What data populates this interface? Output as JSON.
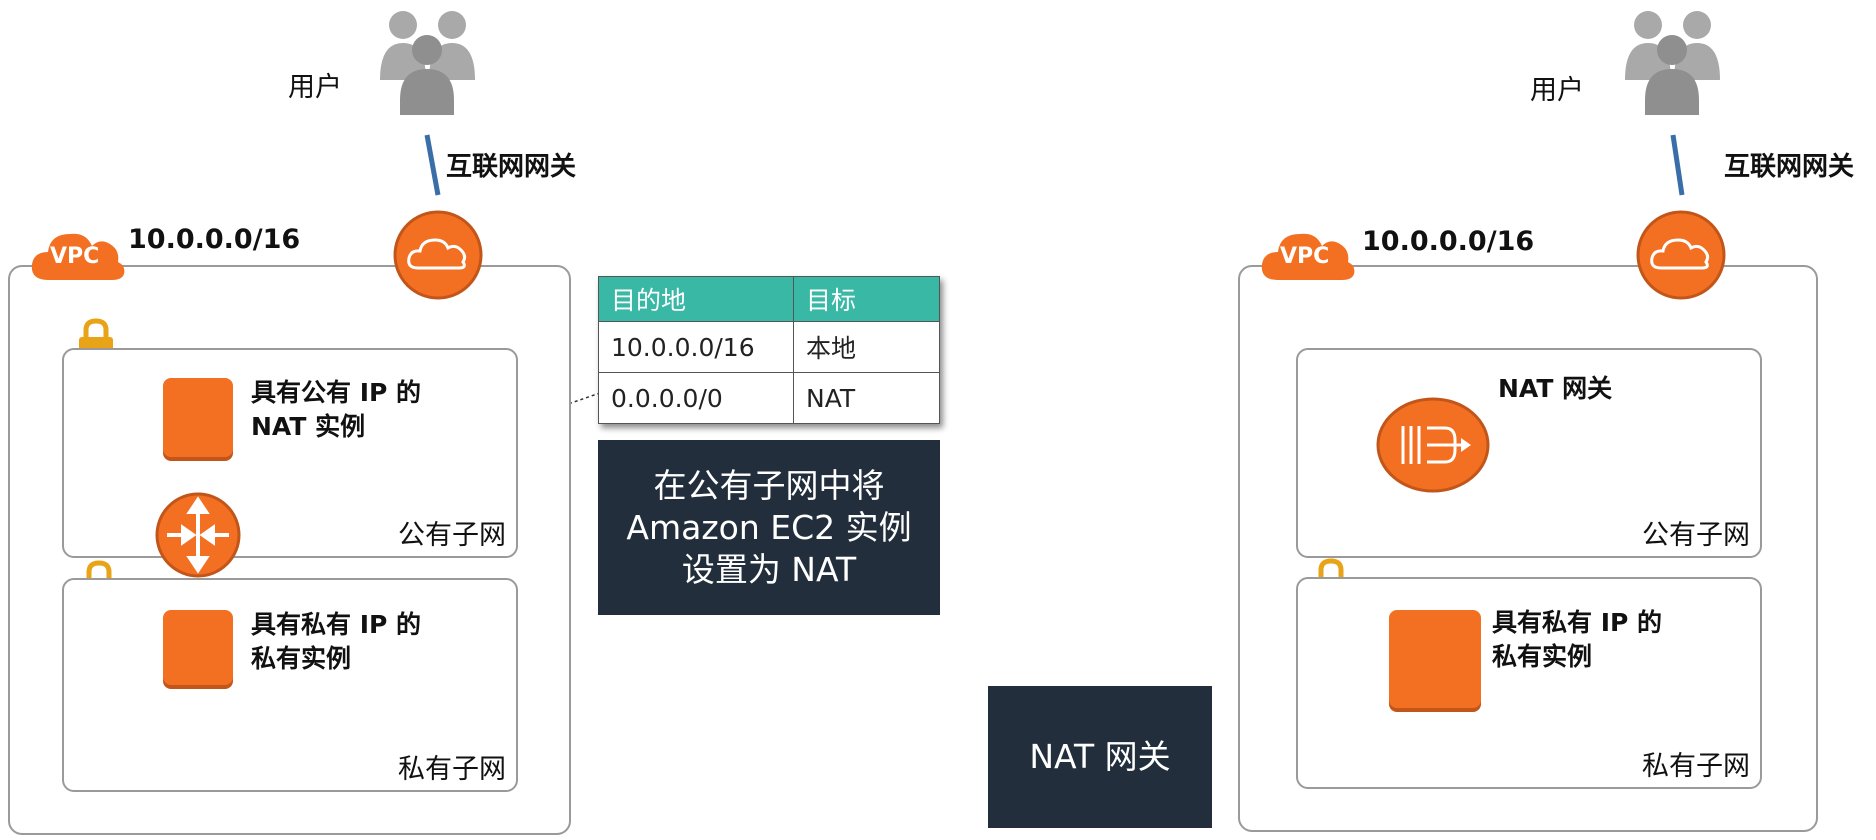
{
  "left": {
    "users_label": "用户",
    "igw_label": "互联网网关",
    "vpc_label": "VPC",
    "vpc_cidr": "10.0.0.0/16",
    "public_instance_label_1": "具有公有 IP 的",
    "public_instance_label_2": "NAT 实例",
    "public_subnet_label": "公有子网",
    "private_instance_label_1": "具有私有 IP 的",
    "private_instance_label_2": "私有实例",
    "private_subnet_label": "私有子网"
  },
  "route_table": {
    "headers": [
      "目的地",
      "目标"
    ],
    "rows": [
      [
        "10.0.0.0/16",
        "本地"
      ],
      [
        "0.0.0.0/0",
        "NAT"
      ]
    ]
  },
  "callout_instance": {
    "line1": "在公有子网中将",
    "line2": "Amazon EC2 实例",
    "line3": "设置为 NAT"
  },
  "callout_gateway": "NAT 网关",
  "right": {
    "users_label": "用户",
    "igw_label": "互联网网关",
    "vpc_label": "VPC",
    "vpc_cidr": "10.0.0.0/16",
    "nat_gateway_label": "NAT 网关",
    "public_subnet_label": "公有子网",
    "private_instance_label_1": "具有私有 IP 的",
    "private_instance_label_2": "私有实例",
    "private_subnet_label": "私有子网"
  },
  "colors": {
    "aws_orange": "#f36f21",
    "line_blue": "#3a6ea8",
    "table_header": "#3ab8a6",
    "callout_bg": "#222e3c",
    "lock_gold": "#e8a317"
  },
  "icons": [
    "users-icon",
    "internet-gateway-icon",
    "vpc-cloud-icon",
    "lock-icon",
    "router-icon",
    "nat-gateway-icon"
  ]
}
